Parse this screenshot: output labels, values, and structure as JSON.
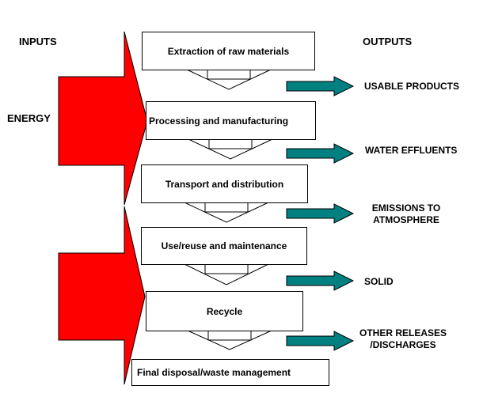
{
  "headers": {
    "inputs": "INPUTS",
    "outputs": "OUTPUTS"
  },
  "inputs": {
    "energy": "ENERGY"
  },
  "stages": [
    "Extraction of raw materials",
    "Processing and manufacturing",
    "Transport and distribution",
    "Use/reuse and maintenance",
    "Recycle",
    "Final disposal/waste management"
  ],
  "outputs": [
    {
      "line1": "USABLE PRODUCTS",
      "line2": ""
    },
    {
      "line1": "WATER EFFLUENTS",
      "line2": ""
    },
    {
      "line1": "EMISSIONS TO",
      "line2": "ATMOSPHERE"
    },
    {
      "line1": "SOLID",
      "line2": ""
    },
    {
      "line1": "OTHER RELEASES",
      "line2": "/DISCHARGES"
    }
  ],
  "colors": {
    "input_arrow": "#ff0000",
    "output_arrow": "#008080",
    "stage_fill": "#ffffff"
  }
}
